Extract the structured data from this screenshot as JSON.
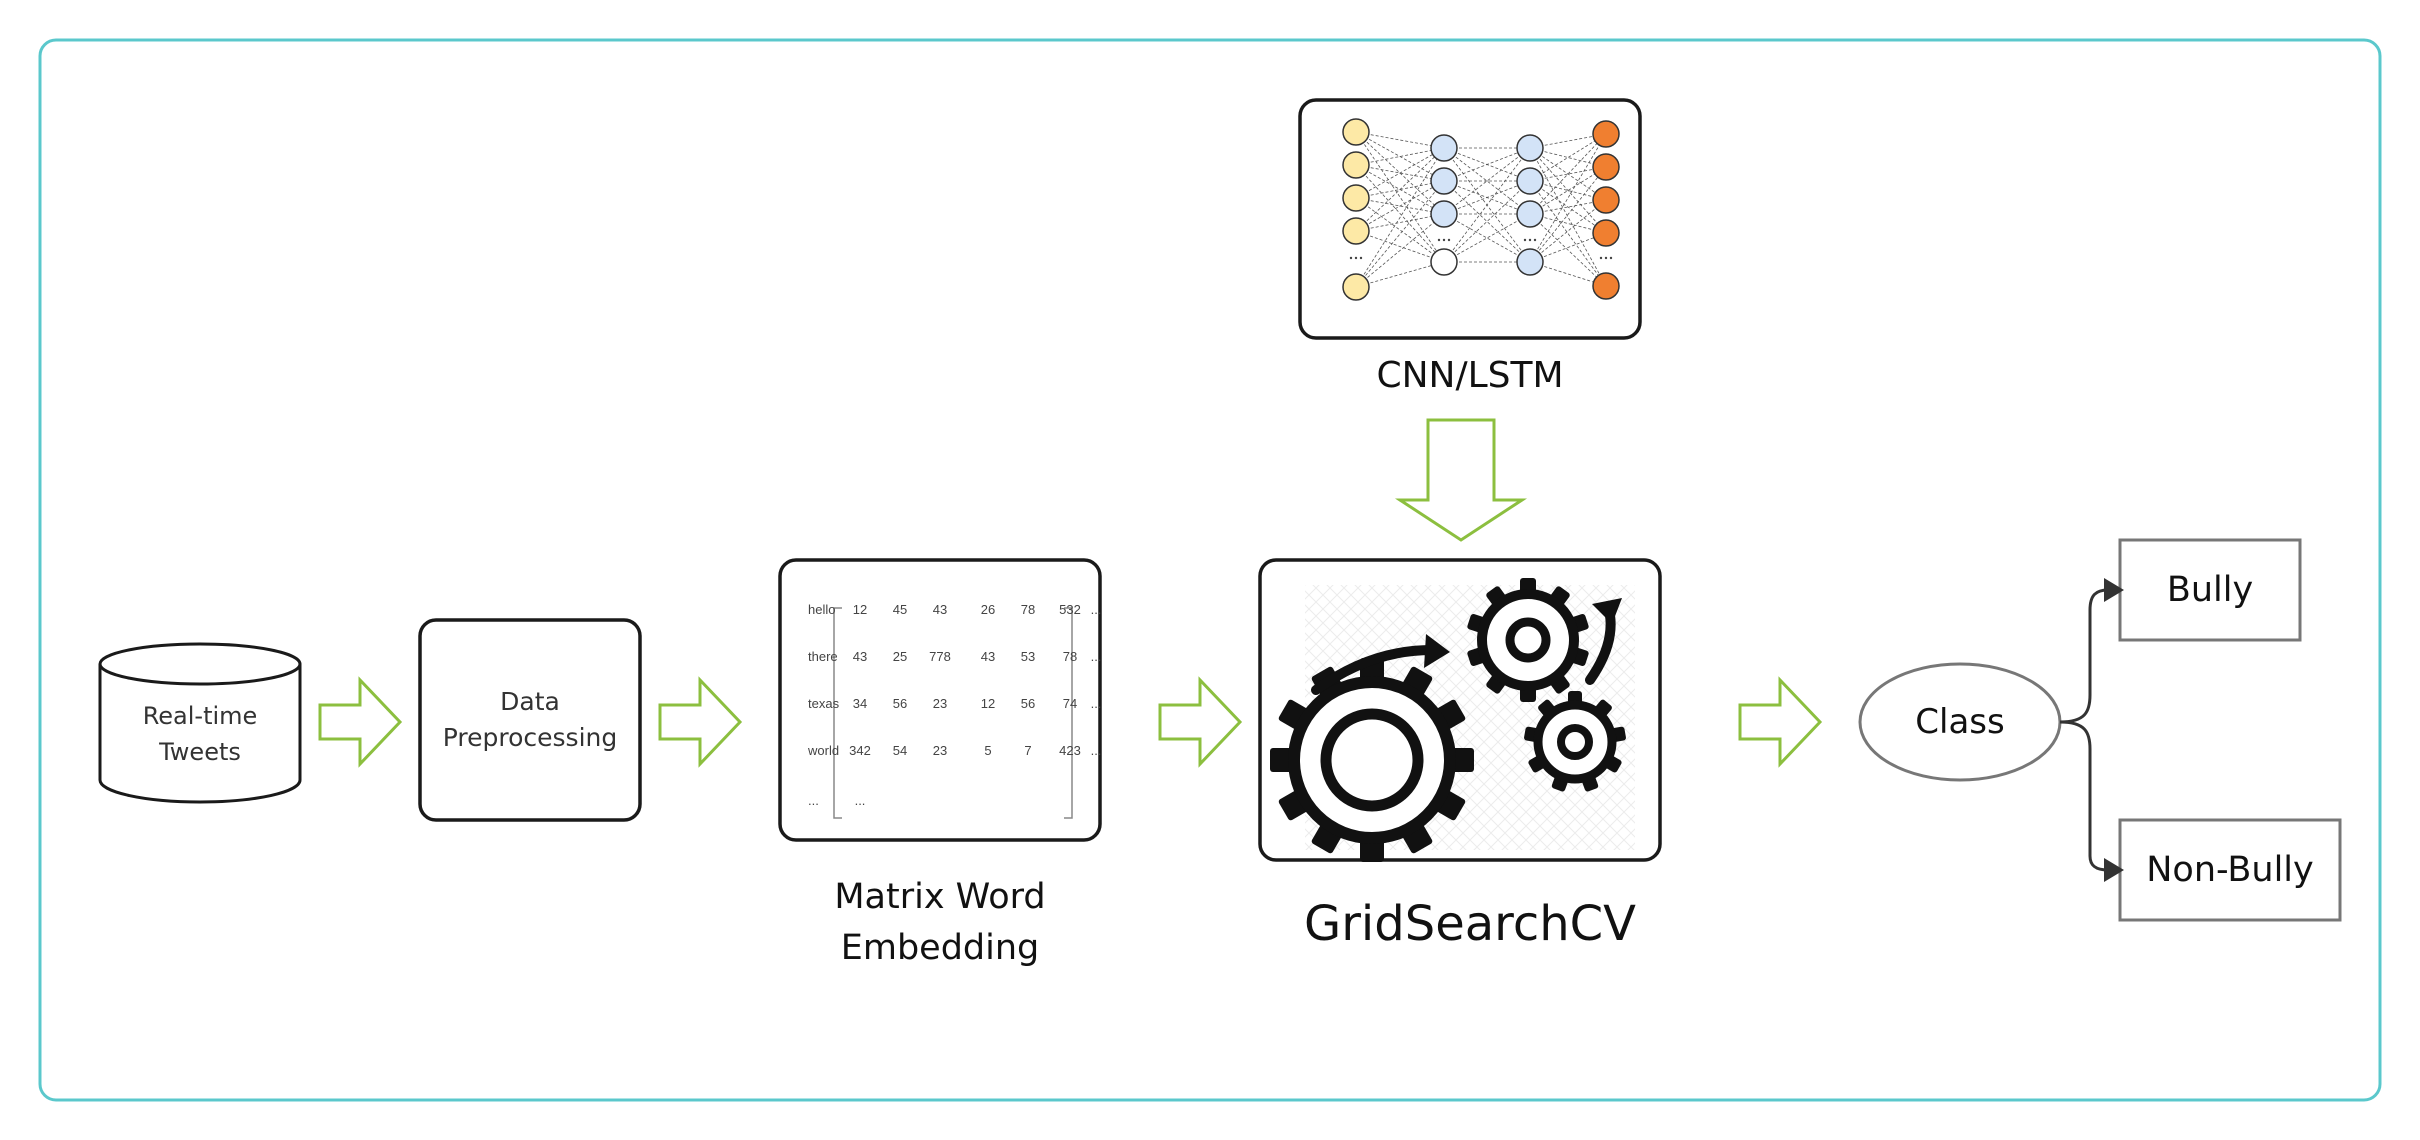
{
  "nodes": {
    "tweets": "Real-time\nTweets",
    "preprocessing": "Data\nPreprocessing",
    "embedding": "Matrix Word\nEmbedding",
    "model": "CNN/LSTM",
    "gridsearch": "GridSearchCV",
    "class": "Class",
    "bully": "Bully",
    "non_bully": "Non-Bully"
  },
  "matrix": {
    "words": [
      "hello",
      "there",
      "texas",
      "world",
      "..."
    ],
    "rows": [
      [
        "12",
        "45",
        "43",
        "26",
        "78",
        "532",
        "..."
      ],
      [
        "43",
        "25",
        "778",
        "43",
        "53",
        "78",
        "..."
      ],
      [
        "34",
        "56",
        "23",
        "12",
        "56",
        "74",
        "..."
      ],
      [
        "342",
        "54",
        "23",
        "5",
        "7",
        "423",
        "..."
      ],
      [
        "...",
        "",
        "",
        "",
        "",
        "",
        ""
      ]
    ]
  },
  "colors": {
    "frame": "#5bc8cc",
    "arrow": "#8cbf3f",
    "node_border": "#1a1a1a",
    "output_border": "#777777",
    "input_neurons": "#fde9a6",
    "hidden_neurons": "#d3e3f7",
    "output_neurons": "#f07f30"
  }
}
